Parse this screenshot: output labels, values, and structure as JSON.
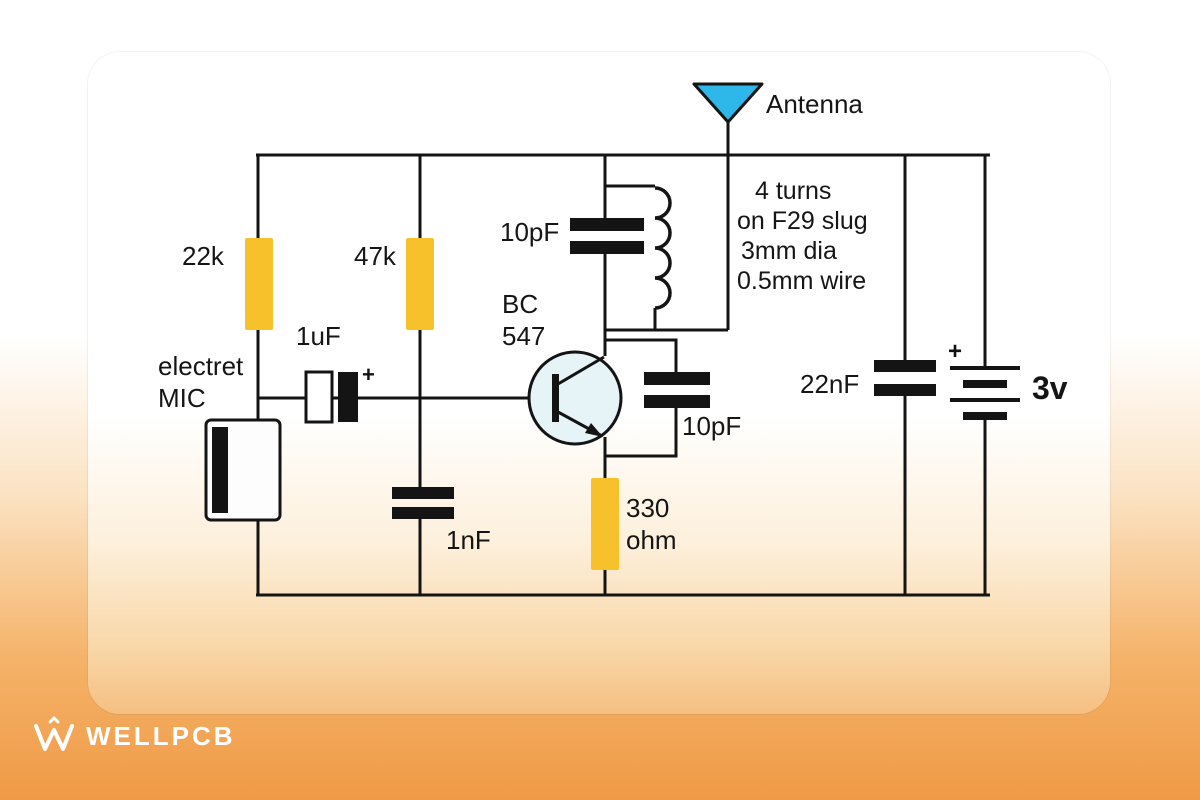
{
  "brand": {
    "name": "WELLPCB"
  },
  "circuit": {
    "components": {
      "r_22k": "22k",
      "r_47k": "47k",
      "r_330_line1": "330",
      "r_330_line2": "ohm",
      "c_1uf": "1uF",
      "c_1nf": "1nF",
      "c_10pf_tank": "10pF",
      "c_10pf_feedback": "10pF",
      "c_22nf": "22nF",
      "transistor_line1": "BC",
      "transistor_line2": "547",
      "mic_line1": "electret",
      "mic_line2": "MIC",
      "battery_voltage": "3v",
      "battery_plus": "+",
      "cap_plus": "+",
      "antenna": "Antenna"
    },
    "coil_note": {
      "line1": "4 turns",
      "line2": "on F29 slug",
      "line3": "3mm dia",
      "line4": "0.5mm wire"
    },
    "colors": {
      "wire": "#141414",
      "resistor": "#F6C12B",
      "antenna": "#2EB8E9",
      "transistor_fill": "#E6F3F7",
      "background_orange": "#F09A45"
    }
  }
}
